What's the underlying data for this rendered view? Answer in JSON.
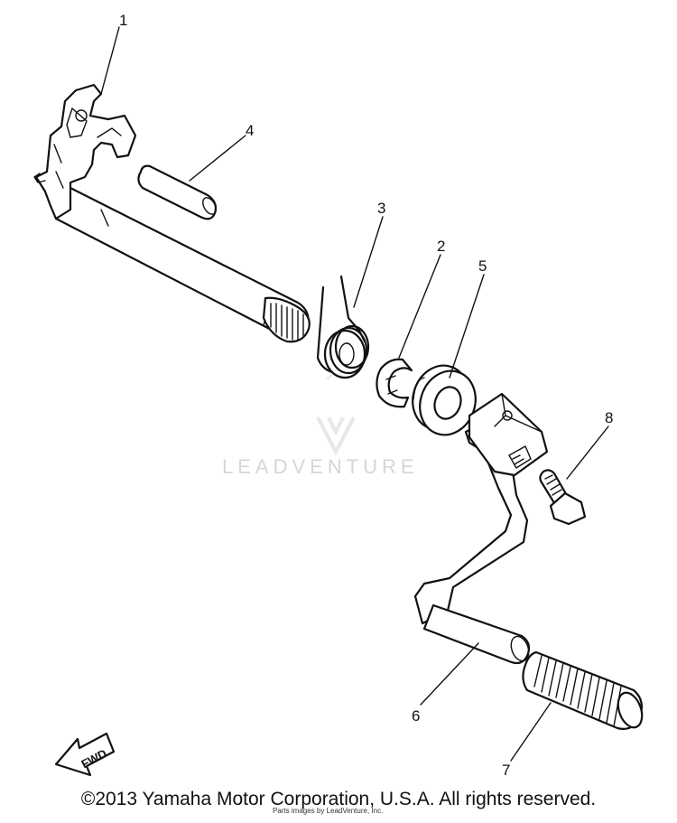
{
  "diagram": {
    "callouts": [
      {
        "id": "1",
        "label": "1"
      },
      {
        "id": "2",
        "label": "2"
      },
      {
        "id": "3",
        "label": "3"
      },
      {
        "id": "4",
        "label": "4"
      },
      {
        "id": "5",
        "label": "5"
      },
      {
        "id": "6",
        "label": "6"
      },
      {
        "id": "7",
        "label": "7"
      },
      {
        "id": "8",
        "label": "8"
      }
    ],
    "direction_arrow_label": "FWD",
    "watermark_text": "LEADVENTURE",
    "watermark_small": "Parts images by LeadVenture, Inc."
  },
  "footer": {
    "copyright": "©2013 Yamaha Motor Corporation, U.S.A. All rights reserved."
  }
}
